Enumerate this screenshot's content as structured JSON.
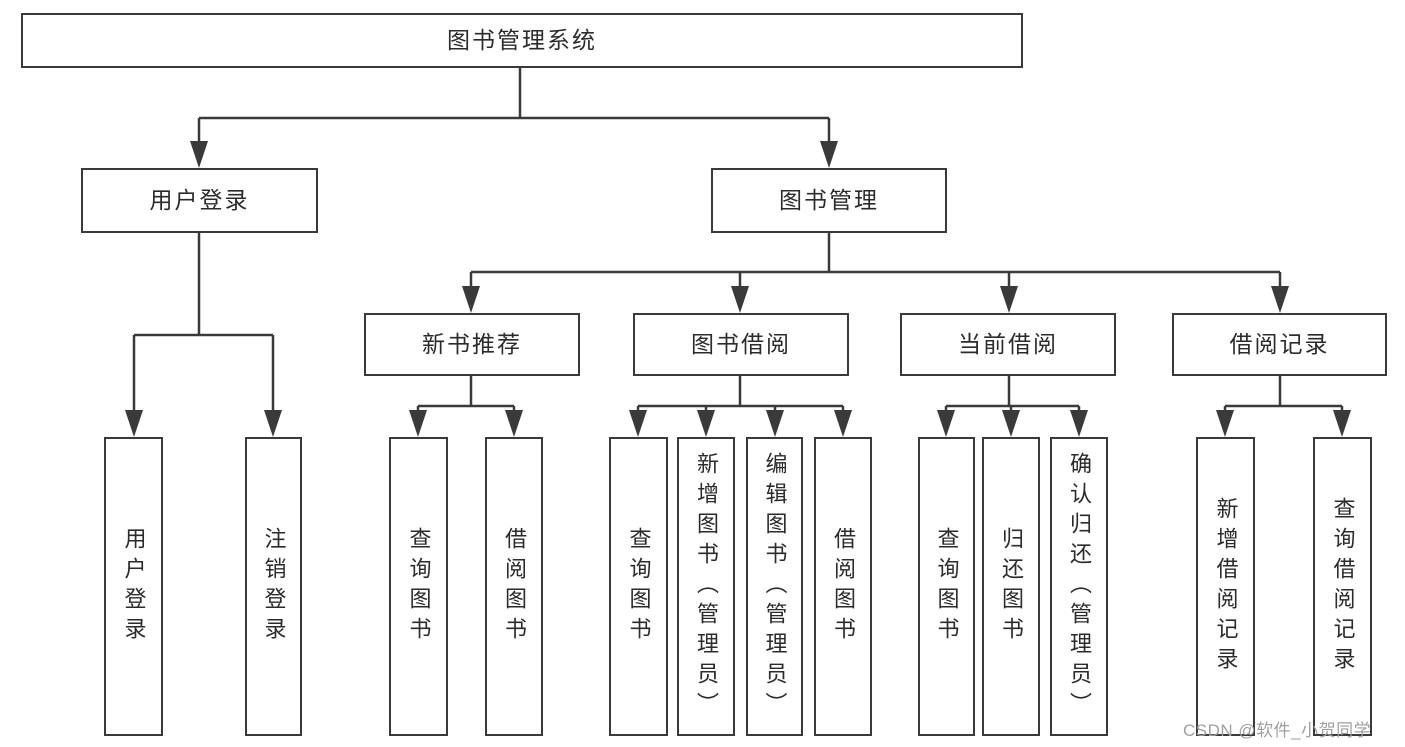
{
  "colors": {
    "line": "#3a3a3a",
    "box_border": "#3a3a3a",
    "box_fill": "#ffffff",
    "text": "#2b2b2b",
    "watermark": "#9f9f9f"
  },
  "diagram": {
    "root": {
      "label": "图书管理系统"
    },
    "level2": [
      {
        "id": "user-login",
        "label": "用户登录"
      },
      {
        "id": "book-management",
        "label": "图书管理"
      }
    ],
    "level3": [
      {
        "id": "new-book-recommend",
        "label": "新书推荐"
      },
      {
        "id": "book-borrow",
        "label": "图书借阅"
      },
      {
        "id": "current-borrow",
        "label": "当前借阅"
      },
      {
        "id": "borrow-records",
        "label": "借阅记录"
      }
    ],
    "leaves": {
      "user": [
        "用户登录",
        "注销登录"
      ],
      "recommend": [
        "查询图书",
        "借阅图书"
      ],
      "borrow": [
        "查询图书",
        "新增图书（管理员）",
        "编辑图书（管理员）",
        "借阅图书"
      ],
      "current": [
        "查询图书",
        "归还图书",
        "确认归还（管理员）"
      ],
      "records": [
        "新增借阅记录",
        "查询借阅记录"
      ]
    }
  },
  "watermark": {
    "text": "CSDN @软件_小贺同学"
  }
}
